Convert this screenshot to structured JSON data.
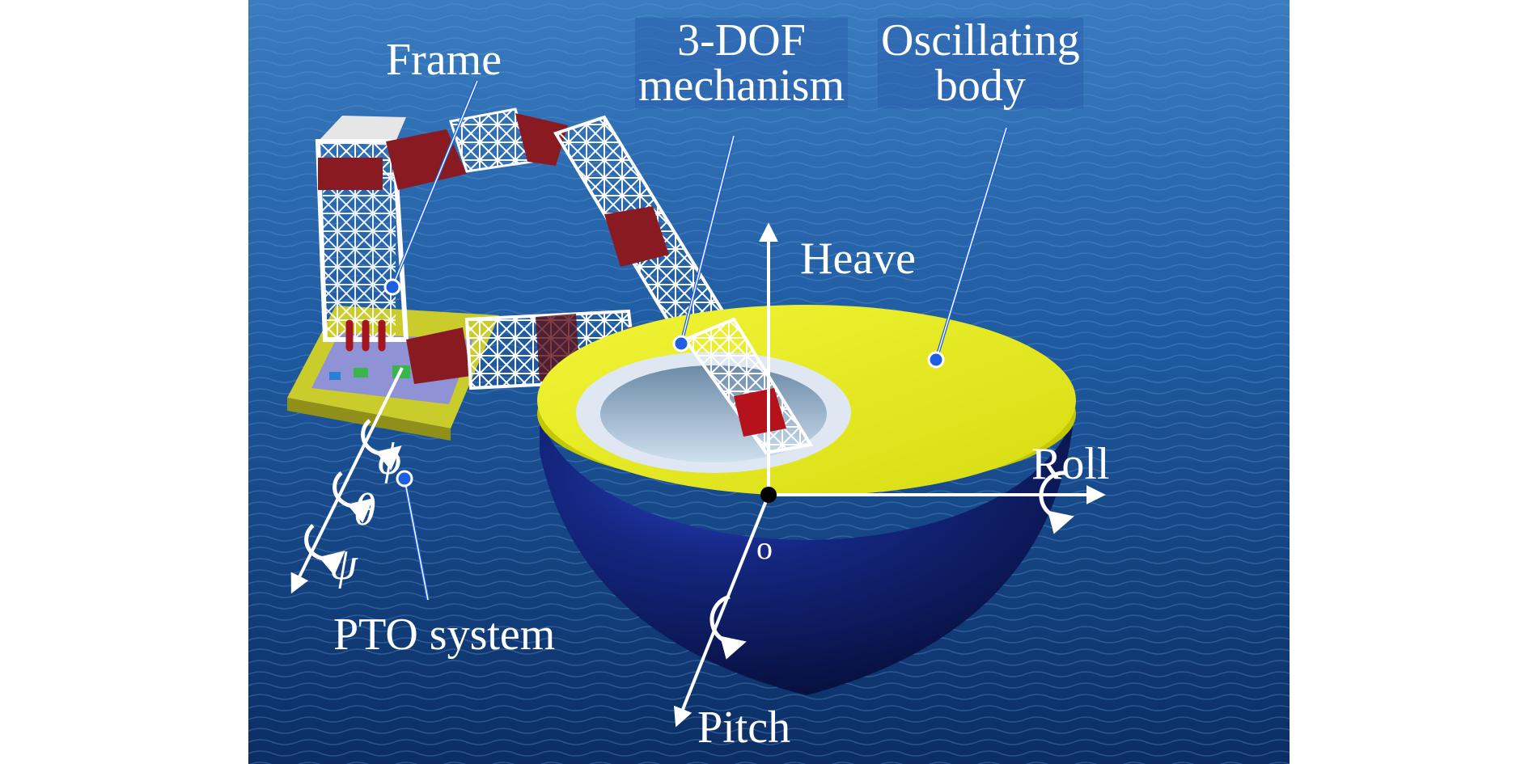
{
  "labels": {
    "frame": "Frame",
    "dof_line1": "3-DOF",
    "dof_line2": "mechanism",
    "osc_line1": "Oscillating",
    "osc_line2": "body",
    "heave": "Heave",
    "roll": "Roll",
    "pitch": "Pitch",
    "origin": "o",
    "pto": "PTO system",
    "phi": "ϕ",
    "theta": "θ",
    "psi": "ψ"
  },
  "colors": {
    "sea_light": "#2f6fb2",
    "sea_dark": "#0c2f66",
    "body_top": "#e8ec1c",
    "body_hull": "#0d1a5c",
    "truss_white": "#f2f2f2",
    "truss_red": "#8a1a22",
    "label_text": "#ffffff",
    "pointer_dot": "#1d5fe0"
  }
}
